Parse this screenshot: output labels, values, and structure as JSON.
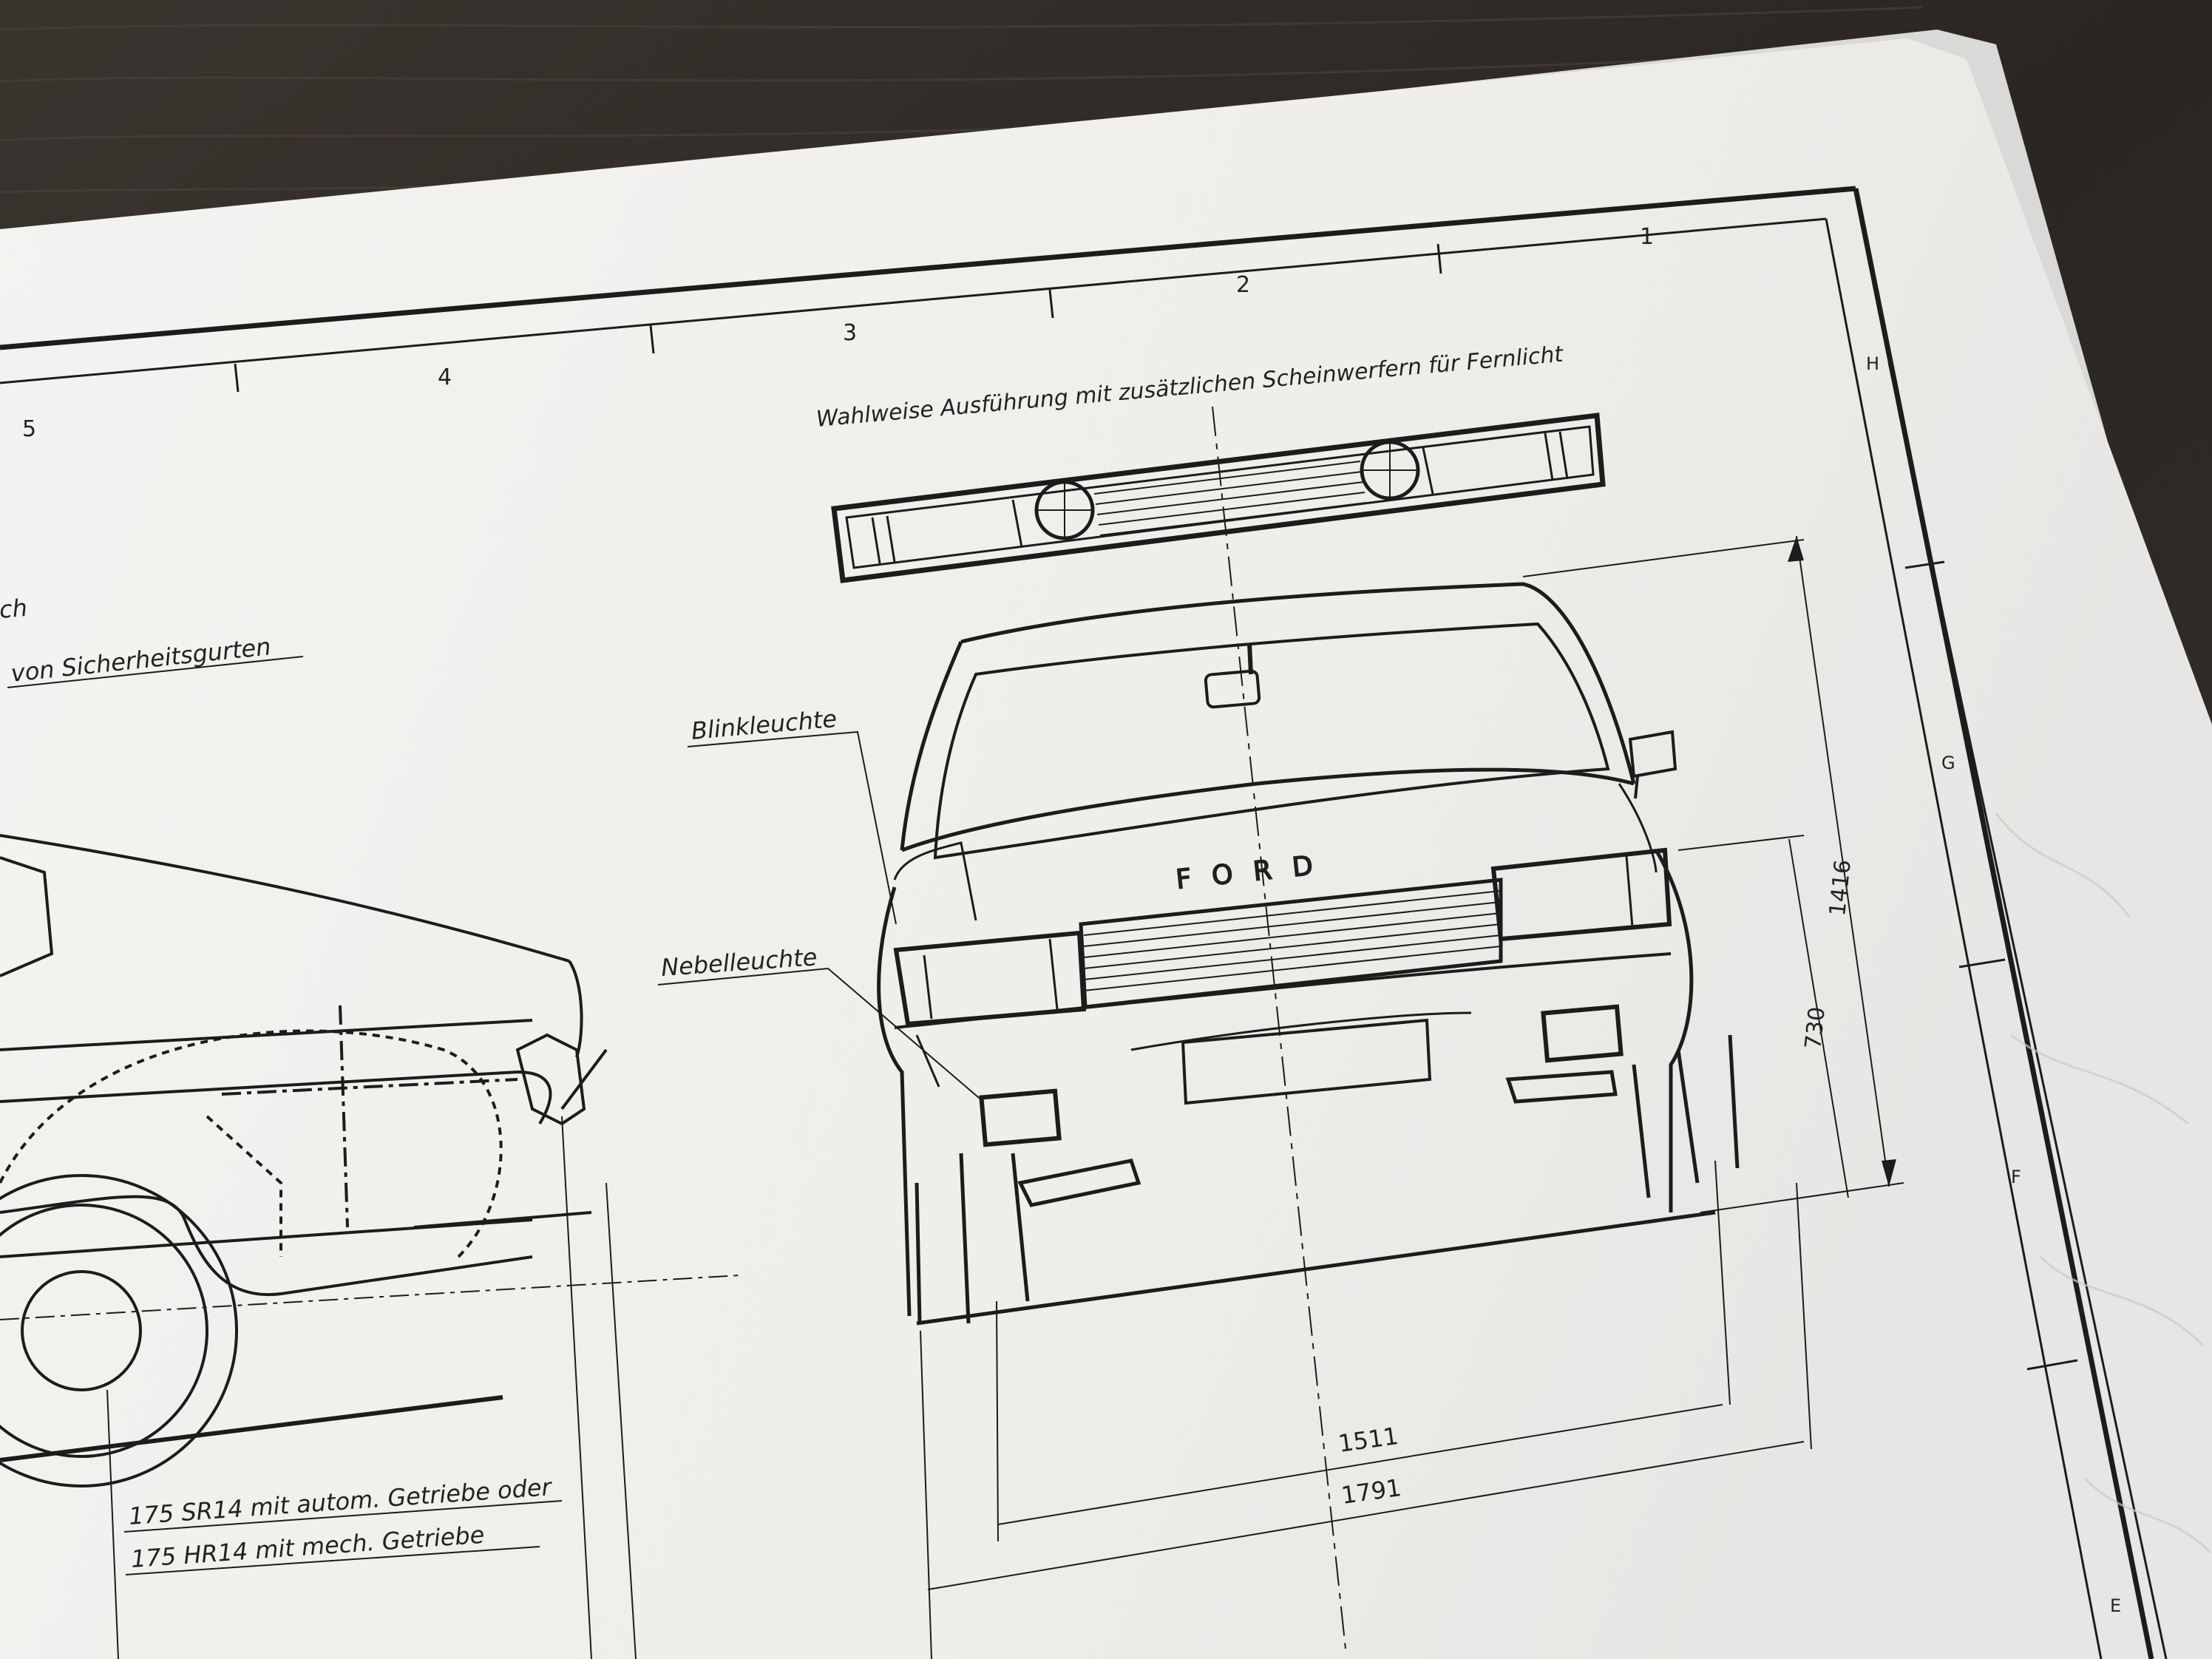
{
  "sheet": {
    "zone_columns": [
      "5",
      "4",
      "3",
      "2",
      "1"
    ],
    "zone_rows": [
      "H",
      "G",
      "F",
      "E"
    ],
    "paper_color": "#f1f0ec",
    "ink_color": "#1c1c1c",
    "table_color": "#2e2925"
  },
  "side_view_notes": {
    "top_fragment": "ch",
    "belt_note": "von Sicherheitsgurten",
    "tire_note_1": "175 SR14 mit autom. Getriebe oder",
    "tire_note_2": "175 HR14 mit mech. Getriebe"
  },
  "front_view": {
    "option_caption": "Wahlweise Ausführung mit zusätzlichen Scheinwerfern für Fernlicht",
    "label_turn_signal": "Blinkleuchte",
    "label_fog_light": "Nebelleuchte",
    "badge": "FORD"
  },
  "dimensions": {
    "track_width": "1511",
    "overall_width": "1791",
    "overall_height": "1416",
    "headlight_height": "730"
  }
}
